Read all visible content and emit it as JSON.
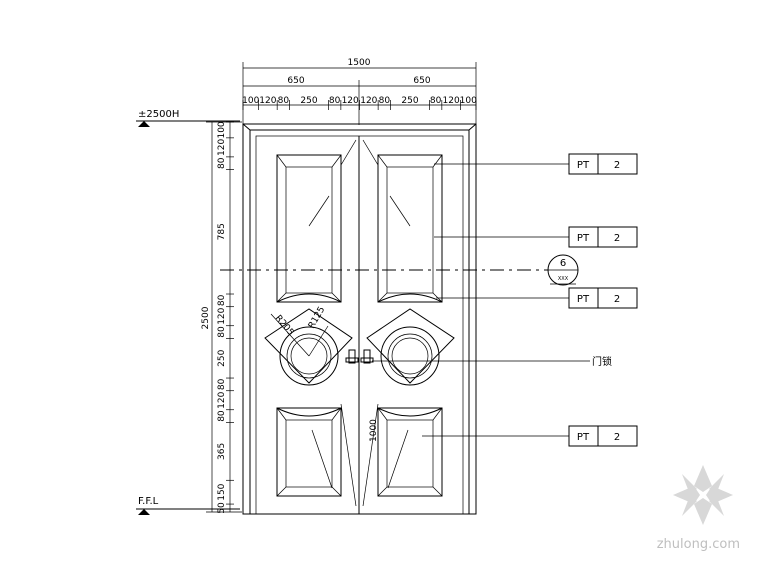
{
  "top_dimensions": {
    "overall": "1500",
    "halves": [
      "650",
      "650"
    ],
    "segments": [
      "100",
      "120",
      "80",
      "250",
      "80",
      "120",
      "120",
      "80",
      "250",
      "80",
      "120",
      "100"
    ]
  },
  "side_dimensions": {
    "overall": "2500",
    "segments": [
      "50",
      "150",
      "365",
      "80",
      "120",
      "80",
      "250",
      "80",
      "120",
      "80",
      "785",
      "80",
      "120",
      "100"
    ]
  },
  "height_marker": "±2500H",
  "floor_marker": "F.F.L",
  "arch_radius": "R205",
  "circle_radius": "R125",
  "handle_height": "1000",
  "section_marker": {
    "number": "6",
    "sheet": "XXX"
  },
  "callouts": [
    {
      "code": "PT",
      "value": "2"
    },
    {
      "code": "PT",
      "value": "2"
    },
    {
      "code": "PT",
      "value": "2"
    },
    {
      "code": "PT",
      "value": "2"
    }
  ],
  "hardware_label": "门锁",
  "watermark": "zhulong.com"
}
